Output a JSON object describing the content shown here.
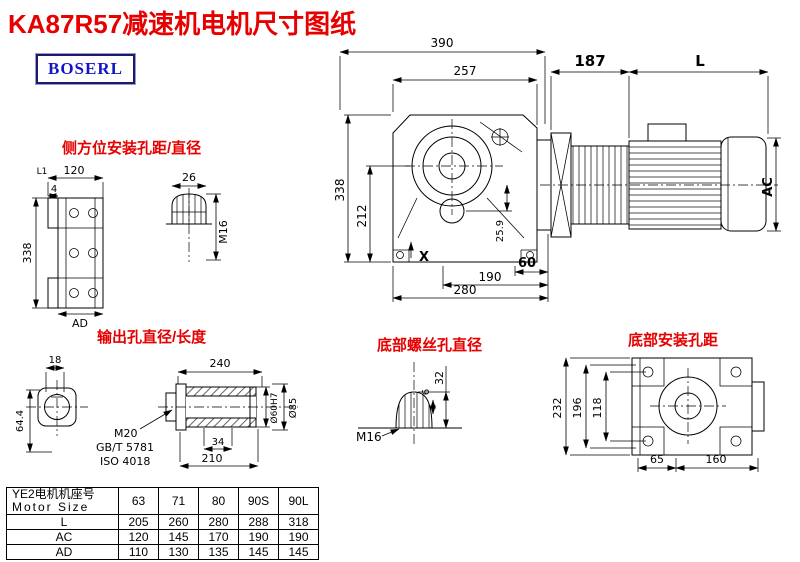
{
  "title": "KA87R57减速机电机尺寸图纸",
  "logo": "BOSERL",
  "colors": {
    "accent_red": "#e60000",
    "logo_blue": "#1515c8",
    "line": "#000000"
  },
  "section_labels": {
    "side_mount": "侧方位安装孔距/直径",
    "output_hole": "输出孔直径/长度",
    "bottom_screw": "底部螺丝孔直径",
    "bottom_mount": "底部安装孔距"
  },
  "main_view": {
    "width_total": "390",
    "width_housing": "257",
    "motor_flange": "187",
    "motor_length": "L",
    "height_total": "338",
    "height_center": "212",
    "shaft_offset": "25.9",
    "foot_60": "60",
    "foot_190": "190",
    "foot_280": "280",
    "x_mark": "X",
    "motor_dia": "AC"
  },
  "side_view": {
    "l1": "L1",
    "w120": "120",
    "off4": "4",
    "h338": "338",
    "ad": "AD",
    "slot_w26": "26",
    "thread": "M16"
  },
  "output_view": {
    "key_w18": "18",
    "h64": "64.4",
    "len240": "240",
    "thread": "M20",
    "std_gb": "GB/T 5781",
    "std_iso": "ISO 4018",
    "key_len34": "34",
    "len210": "210",
    "bore": "Ø60H7",
    "od": "Ø85"
  },
  "screw_view": {
    "h32": "32",
    "d6": "6",
    "thread": "M16"
  },
  "bottom_view": {
    "h232": "232",
    "h196": "196",
    "h118": "118",
    "w65": "65",
    "w160": "160"
  },
  "table": {
    "header_cn": "YE2电机机座号",
    "header_en": "Motor Size",
    "columns": [
      "63",
      "71",
      "80",
      "90S",
      "90L"
    ],
    "rows": [
      {
        "label": "L",
        "values": [
          "205",
          "260",
          "280",
          "288",
          "318"
        ]
      },
      {
        "label": "AC",
        "values": [
          "120",
          "145",
          "170",
          "190",
          "190"
        ]
      },
      {
        "label": "AD",
        "values": [
          "110",
          "130",
          "135",
          "145",
          "145"
        ]
      }
    ]
  }
}
